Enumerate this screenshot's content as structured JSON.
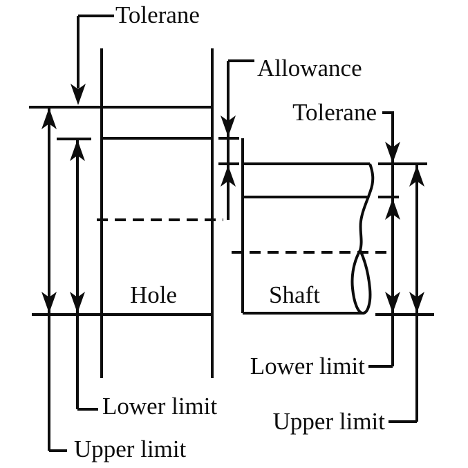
{
  "figure": {
    "type": "engineering-limits-and-fits-diagram",
    "labels": {
      "hole_tolerance": "Tolerane",
      "allowance": "Allowance",
      "shaft_tolerance": "Tolerane",
      "hole": "Hole",
      "shaft": "Shaft",
      "hole_lower_limit": "Lower limit",
      "hole_upper_limit": "Upper limit",
      "shaft_lower_limit": "Lower limit",
      "shaft_upper_limit": "Upper limit"
    },
    "colors": {
      "line": "#0d0d0d",
      "background": "#ffffff"
    }
  }
}
